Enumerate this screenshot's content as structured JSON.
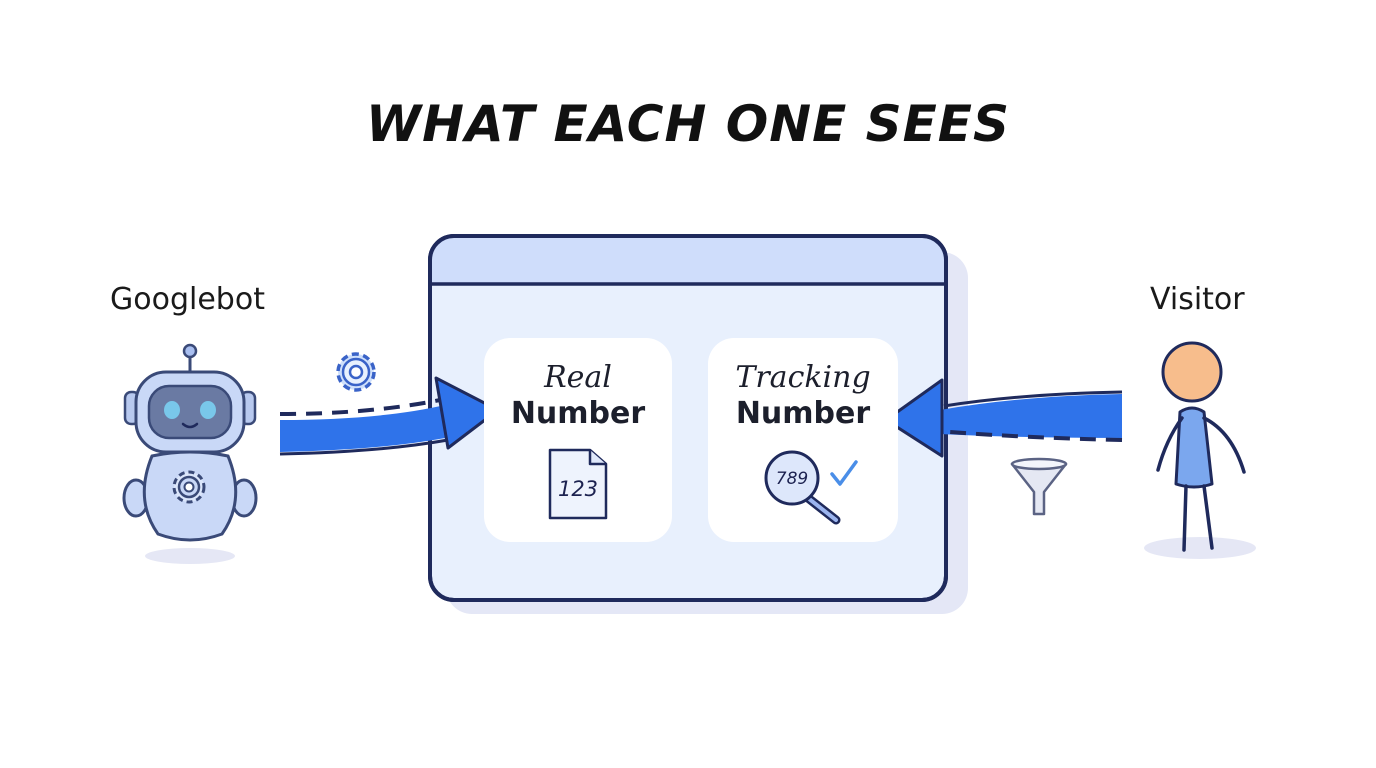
{
  "title": "WHAT EACH ONE SEES",
  "actors": {
    "left": {
      "label": "Googlebot",
      "icon": "robot-icon"
    },
    "right": {
      "label": "Visitor",
      "icon": "stick-figure-icon"
    }
  },
  "page_window": {
    "cards": [
      {
        "line1": "Real",
        "line2": "Number",
        "icon": "document-icon",
        "number": "123"
      },
      {
        "line1": "Tracking",
        "line2": "Number",
        "icon": "magnifier-icon",
        "number": "789"
      }
    ]
  },
  "colors": {
    "arrow": "#2f73ea",
    "outline": "#1f2a5c",
    "window_fill": "#e8f0fd",
    "window_bar": "#cfddfb",
    "check": "#4a8ee8"
  }
}
